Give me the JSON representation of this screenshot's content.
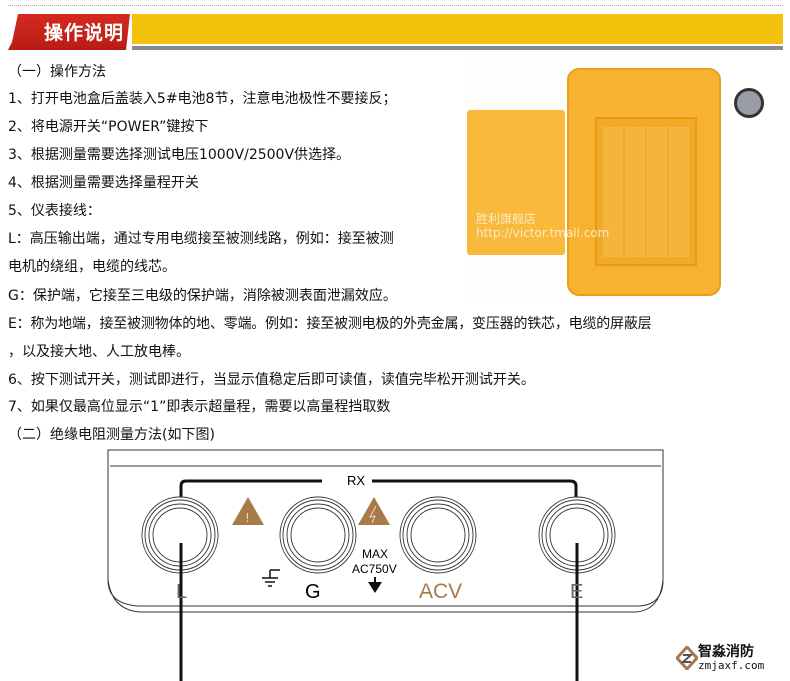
{
  "header": {
    "title": "操作说明"
  },
  "lines": [
    "（一）操作方法",
    "1、打开电池盒后盖装入5#电池8节，注意电池极性不要接反；",
    "2、将电源开关“POWER”键按下",
    "3、根据测量需要选择测试电压1000V/2500V供选择。",
    "4、根据测量需要选择量程开关",
    "5、仪表接线：",
    "L：高压输出端，通过专用电缆接至被测线路，例如：接至被测",
    "电机的绕组，电缆的线芯。",
    "G：保护端，它接至三电级的保护端，消除被测表面泄漏效应。",
    "E：称为地端，接至被测物体的地、零端。例如：接至被测电极的外壳金属，变压器的铁芯，电缆的屏蔽层",
    "，以及接大地、人工放电棒。",
    "6、按下测试开关，测试即进行，当显示值稳定后即可读值，读值完毕松开测试开关。",
    "7、如果仅最高位显示“1”即表示超量程，需要以高量程挡取数",
    "（二）绝缘电阻测量方法(如下图)"
  ],
  "photo": {
    "watermark_store": "胜利旗舰店",
    "watermark_url": "http://victor.tmall.com"
  },
  "diagram": {
    "rx": "RX",
    "L": "L",
    "G": "G",
    "max": "MAX",
    "ac": "AC750V",
    "acv": "ACV",
    "E": "E"
  },
  "logo": {
    "name": "智淼消防",
    "url": "zmjaxf.com"
  },
  "colors": {
    "red": "#c8221a",
    "yellow": "#f4c20d",
    "warning": "#a87a4a"
  }
}
